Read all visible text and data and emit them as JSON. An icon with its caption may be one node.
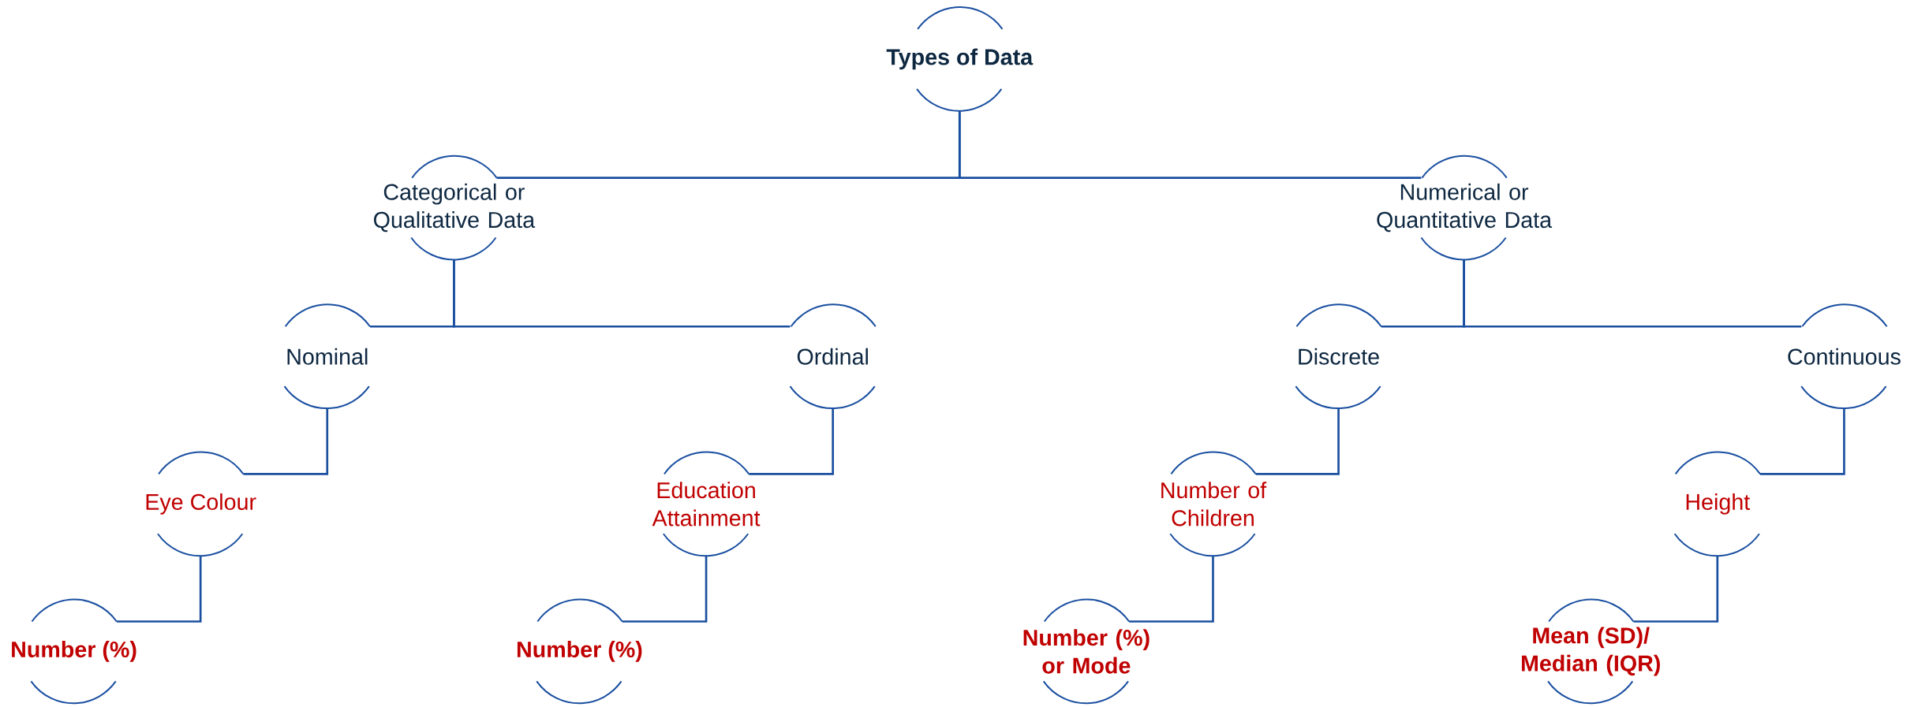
{
  "diagram": {
    "nodes": [
      {
        "text": [
          "Types of Data"
        ]
      },
      {
        "text": [
          "Categorical or Qualitative Data"
        ]
      },
      {
        "text": [
          "Numerical or Quantitative Data"
        ]
      },
      {
        "text": [
          "Nominal"
        ]
      },
      {
        "text": [
          "Ordinal"
        ]
      },
      {
        "text": [
          "Discrete"
        ]
      },
      {
        "text": [
          "Continuous"
        ]
      },
      {
        "text": [
          "Eye Colour"
        ]
      },
      {
        "text": [
          "Education Attainment"
        ]
      },
      {
        "text": [
          "Number of Children"
        ]
      },
      {
        "text": [
          "Height"
        ]
      },
      {
        "text": [
          "Number (%)"
        ]
      },
      {
        "text": [
          "Number (%)"
        ]
      },
      {
        "text": [
          "Number (%) or Mode"
        ]
      },
      {
        "text": [
          "Mean (SD)/ Median (IQR)"
        ]
      }
    ],
    "edges": [
      {
        "from": 0,
        "to": 1,
        "arrow": "none"
      },
      {
        "from": 0,
        "to": 2,
        "arrow": "none"
      },
      {
        "from": 1,
        "to": 3,
        "arrow": "none"
      },
      {
        "from": 1,
        "to": 4,
        "arrow": "none"
      },
      {
        "from": 2,
        "to": 5,
        "arrow": "none"
      },
      {
        "from": 2,
        "to": 6,
        "arrow": "none"
      },
      {
        "from": 3,
        "to": 7,
        "arrow": "none"
      },
      {
        "from": 4,
        "to": 8,
        "arrow": "none"
      },
      {
        "from": 5,
        "to": 9,
        "arrow": "none"
      },
      {
        "from": 6,
        "to": 10,
        "arrow": "none"
      },
      {
        "from": 7,
        "to": 11,
        "arrow": "none"
      },
      {
        "from": 8,
        "to": 12,
        "arrow": "none"
      },
      {
        "from": 9,
        "to": 13,
        "arrow": "none"
      },
      {
        "from": 10,
        "to": 14,
        "arrow": "none"
      }
    ]
  }
}
